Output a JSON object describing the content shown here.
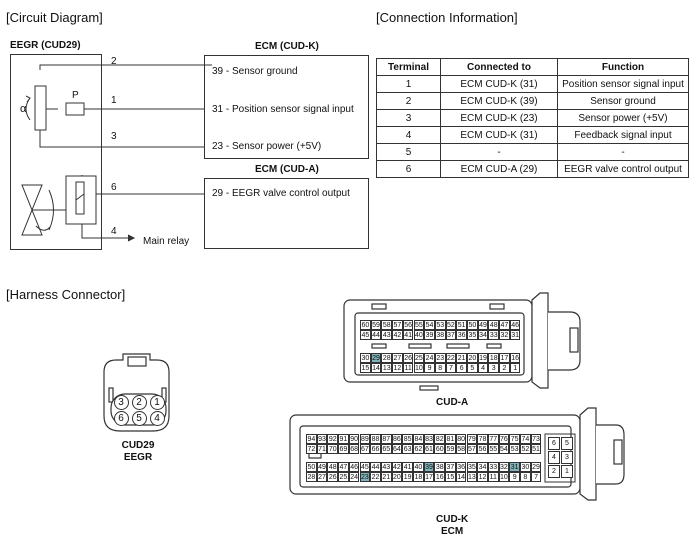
{
  "headings": {
    "circuit": "[Circuit Diagram]",
    "connection": "[Connection Information]",
    "harness": "[Harness Connector]"
  },
  "circuit": {
    "eegr_title": "EEGR (CUD29)",
    "ecm_k_title": "ECM (CUD-K)",
    "ecm_a_title": "ECM (CUD-A)",
    "alpha": "α",
    "p_label": "P",
    "wire_numbers": [
      "2",
      "1",
      "3",
      "6",
      "4"
    ],
    "ecm_k_pins": [
      "39 - Sensor ground",
      "31 - Position sensor signal input",
      "23 - Sensor power (+5V)"
    ],
    "ecm_a_pins": [
      "29 - EEGR valve control output"
    ],
    "main_relay": "Main relay"
  },
  "table": {
    "headers": [
      "Terminal",
      "Connected to",
      "Function"
    ],
    "rows": [
      [
        "1",
        "ECM CUD-K (31)",
        "Position sensor signal input"
      ],
      [
        "2",
        "ECM CUD-K (39)",
        "Sensor ground"
      ],
      [
        "3",
        "ECM CUD-K (23)",
        "Sensor power (+5V)"
      ],
      [
        "4",
        "ECM CUD-K (31)",
        "Feedback signal input"
      ],
      [
        "5",
        "-",
        "-"
      ],
      [
        "6",
        "ECM CUD-A (29)",
        "EEGR valve control output"
      ]
    ]
  },
  "cud29": {
    "pins_top": [
      "3",
      "2",
      "1"
    ],
    "pins_bottom": [
      "6",
      "5",
      "4"
    ],
    "label1": "CUD29",
    "label2": "EEGR"
  },
  "cuda": {
    "rows": [
      [
        "60",
        "59",
        "58",
        "57",
        "56",
        "55",
        "54",
        "53",
        "52",
        "51",
        "50",
        "49",
        "48",
        "47",
        "46"
      ],
      [
        "45",
        "44",
        "43",
        "42",
        "41",
        "40",
        "39",
        "38",
        "37",
        "36",
        "35",
        "34",
        "33",
        "32",
        "31"
      ],
      [
        "30",
        "29",
        "28",
        "27",
        "26",
        "25",
        "24",
        "23",
        "22",
        "21",
        "20",
        "19",
        "18",
        "17",
        "16"
      ],
      [
        "15",
        "14",
        "13",
        "12",
        "11",
        "10",
        "9",
        "8",
        "7",
        "6",
        "5",
        "4",
        "3",
        "2",
        "1"
      ]
    ],
    "highlighted": [
      "29"
    ],
    "label": "CUD-A"
  },
  "cudk": {
    "rows": [
      [
        "94",
        "93",
        "92",
        "91",
        "90",
        "89",
        "88",
        "87",
        "86",
        "85",
        "84",
        "83",
        "82",
        "81",
        "80",
        "79",
        "78",
        "77",
        "76",
        "75",
        "74",
        "73"
      ],
      [
        "72",
        "71",
        "70",
        "69",
        "68",
        "67",
        "66",
        "65",
        "64",
        "63",
        "62",
        "61",
        "60",
        "59",
        "58",
        "57",
        "56",
        "55",
        "54",
        "53",
        "52",
        "51"
      ],
      [
        "50",
        "49",
        "48",
        "47",
        "46",
        "45",
        "44",
        "43",
        "42",
        "41",
        "40",
        "39",
        "38",
        "37",
        "36",
        "35",
        "34",
        "33",
        "32",
        "31",
        "30",
        "29"
      ],
      [
        "28",
        "27",
        "26",
        "25",
        "24",
        "23",
        "22",
        "21",
        "20",
        "19",
        "18",
        "17",
        "16",
        "15",
        "14",
        "13",
        "12",
        "11",
        "10",
        "9",
        "8",
        "7"
      ]
    ],
    "side": [
      [
        "6",
        "5"
      ],
      [
        "4",
        "3"
      ],
      [
        "2",
        "1"
      ]
    ],
    "highlighted": [
      "39",
      "31",
      "23"
    ],
    "label1": "CUD-K",
    "label2": "ECM"
  },
  "colors": {
    "highlight": "#7fb3bb",
    "line": "#333333"
  }
}
